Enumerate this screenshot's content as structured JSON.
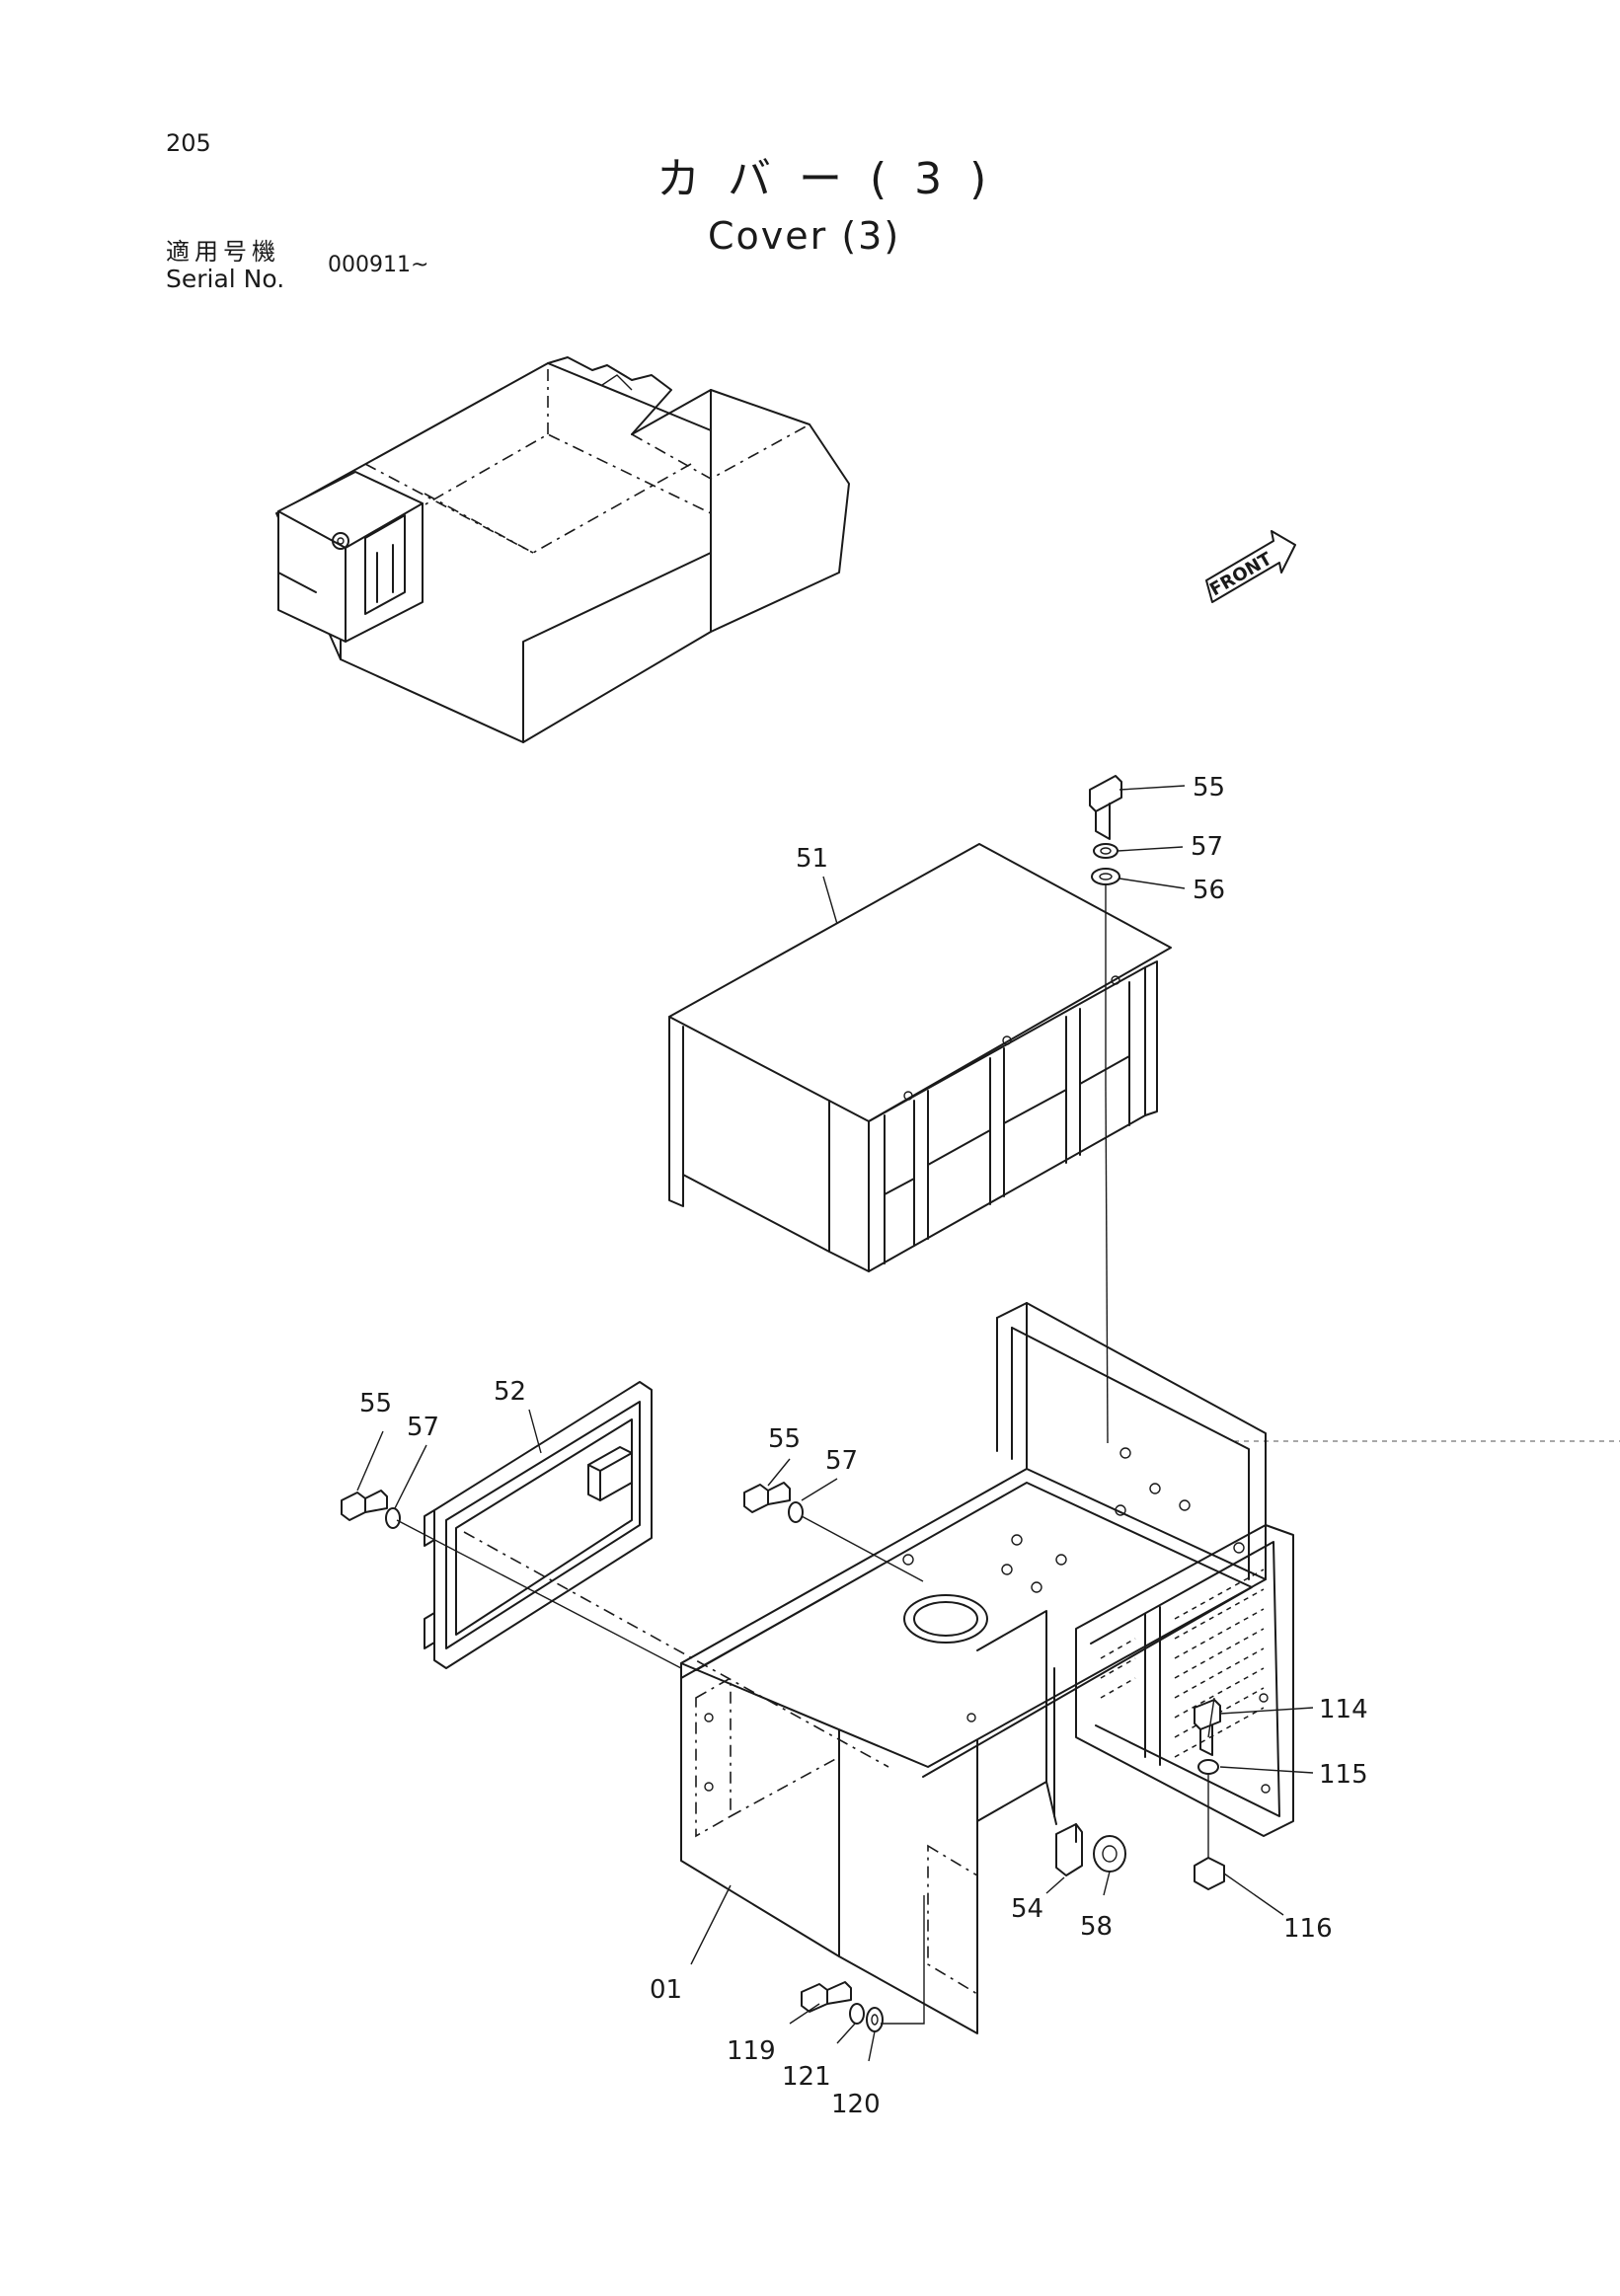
{
  "header": {
    "page_number": "205",
    "title_jp": "カバー(3)",
    "title_en": "Cover (3)",
    "serial_label_jp": "適用号機",
    "serial_label_en": "Serial No.",
    "serial_value": "000911~"
  },
  "orientation_marker": "FRONT",
  "part_callouts": [
    {
      "id": "callout-55-top",
      "number": "55"
    },
    {
      "id": "callout-57-top",
      "number": "57"
    },
    {
      "id": "callout-56",
      "number": "56"
    },
    {
      "id": "callout-51",
      "number": "51"
    },
    {
      "id": "callout-52",
      "number": "52"
    },
    {
      "id": "callout-55-left",
      "number": "55"
    },
    {
      "id": "callout-57-left",
      "number": "57"
    },
    {
      "id": "callout-55-mid",
      "number": "55"
    },
    {
      "id": "callout-57-mid",
      "number": "57"
    },
    {
      "id": "callout-114",
      "number": "114"
    },
    {
      "id": "callout-115",
      "number": "115"
    },
    {
      "id": "callout-116",
      "number": "116"
    },
    {
      "id": "callout-54",
      "number": "54"
    },
    {
      "id": "callout-58",
      "number": "58"
    },
    {
      "id": "callout-01",
      "number": "01"
    },
    {
      "id": "callout-119",
      "number": "119"
    },
    {
      "id": "callout-121",
      "number": "121"
    },
    {
      "id": "callout-120",
      "number": "120"
    }
  ]
}
